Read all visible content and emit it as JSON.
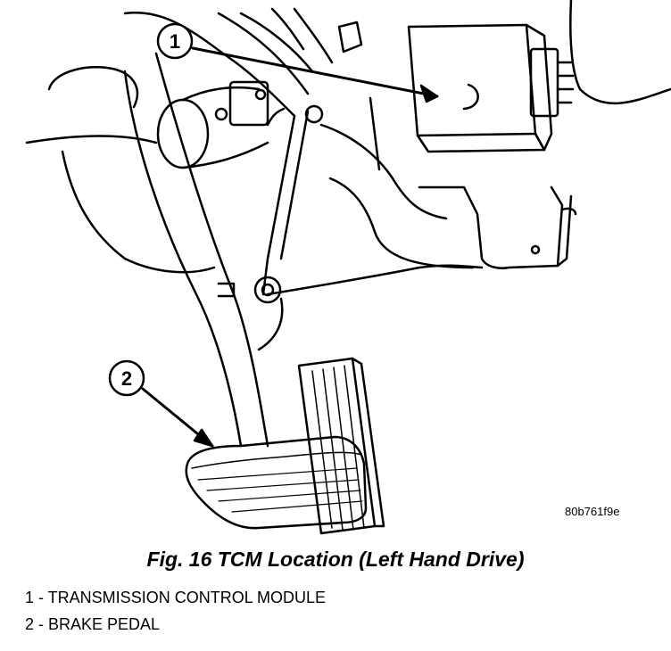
{
  "figure": {
    "caption": "Fig. 16 TCM Location (Left Hand Drive)",
    "figure_id": "80b761f9e"
  },
  "callouts": [
    {
      "number": "1",
      "label": "1 - TRANSMISSION CONTROL MODULE"
    },
    {
      "number": "2",
      "label": "2 - BRAKE PEDAL"
    }
  ]
}
